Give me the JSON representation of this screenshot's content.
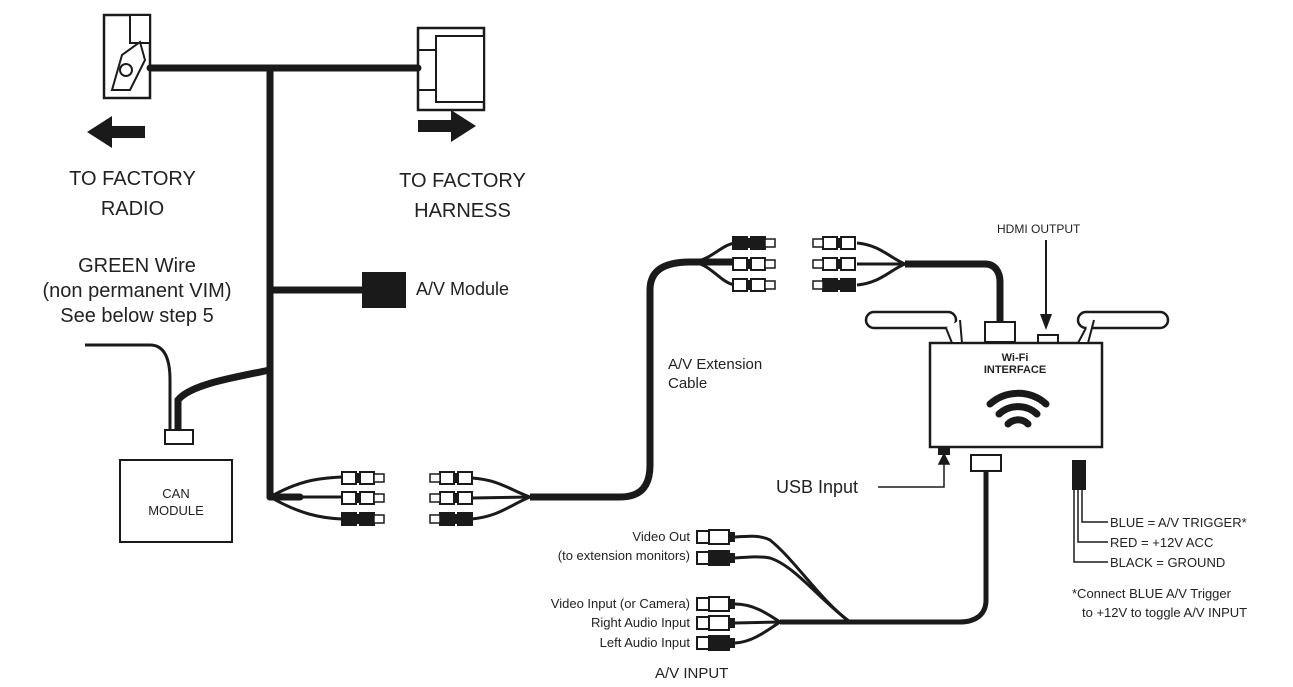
{
  "labels": {
    "to_factory_radio_1": "TO FACTORY",
    "to_factory_radio_2": "RADIO",
    "to_factory_harness_1": "TO FACTORY",
    "to_factory_harness_2": "HARNESS",
    "green_wire_1": "GREEN Wire",
    "green_wire_2": "(non permanent VIM)",
    "green_wire_3": "See below step 5",
    "av_module": "A/V Module",
    "can_module_1": "CAN",
    "can_module_2": "MODULE",
    "av_extension_1": "A/V Extension",
    "av_extension_2": "Cable",
    "hdmi_output": "HDMI OUTPUT",
    "wifi_1": "Wi-Fi",
    "wifi_2": "INTERFACE",
    "usb_input": "USB Input",
    "blue": "BLUE = A/V TRIGGER*",
    "red": "RED = +12V ACC",
    "black": "BLACK = GROUND",
    "note_1": "*Connect BLUE A/V Trigger",
    "note_2": "to +12V to toggle A/V INPUT",
    "video_out_1": "Video Out",
    "video_out_2": "(to extension monitors)",
    "video_input": "Video Input (or Camera)",
    "right_audio": "Right Audio Input",
    "left_audio": "Left Audio Input",
    "av_input": "A/V INPUT"
  },
  "colors": {
    "line": "#1a1a1a",
    "text": "#222222",
    "plug_dark": "#1a1a1a",
    "plug_light": "#ffffff"
  },
  "icons": [
    "arrow-left-icon",
    "arrow-right-icon",
    "wifi-signal-icon"
  ]
}
